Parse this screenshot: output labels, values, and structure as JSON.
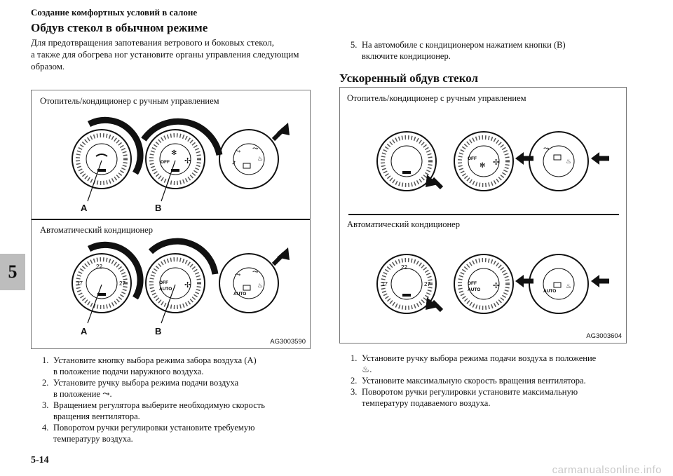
{
  "header": {
    "section_title": "Создание комфортных условий в салоне"
  },
  "chapter_tab": "5",
  "page_number": "5-14",
  "watermark": "carmanualsonline.info",
  "left": {
    "heading": "Обдув стекол в обычном режиме",
    "intro": [
      "Для предотвращения запотевания ветрового и боковых стекол,",
      "а также для обогрева ног установите органы управления следующим",
      "образом."
    ],
    "figure": {
      "caption_manual": "Отопитель/кондиционер с ручным управлением",
      "caption_auto": "Автоматический кондиционер",
      "label_a": "A",
      "label_b": "B",
      "label_a2": "A",
      "label_b2": "B",
      "code": "AG3003590"
    },
    "steps": [
      {
        "n": "1.",
        "lines": [
          "Установите кнопку выбора режима забора воздуха (A)",
          "в положение подачи наружного воздуха."
        ]
      },
      {
        "n": "2.",
        "lines": [
          "Установите ручку выбора режима подачи воздуха",
          "в положение"
        ]
      },
      {
        "n": "3.",
        "lines": [
          "Вращением регулятора выберите необходимую скорость",
          "вращения вентилятора."
        ]
      },
      {
        "n": "4.",
        "lines": [
          "Поворотом ручки регулировки установите требуемую",
          "температуру воздуха."
        ]
      }
    ]
  },
  "right": {
    "step5": {
      "n": "5.",
      "lines": [
        "На автомобиле с кондиционером нажатием кнопки (B)",
        "включите кондиционер."
      ]
    },
    "heading": "Ускоренный обдув стекол",
    "figure": {
      "caption_manual": "Отопитель/кондиционер с ручным управлением",
      "caption_auto": "Автоматический кондиционер",
      "code": "AG3003604"
    },
    "steps": [
      {
        "n": "1.",
        "lines": [
          "Установите ручку выбора режима подачи воздуха в положение"
        ]
      },
      {
        "n": "2.",
        "lines": [
          "Установите максимальную скорость вращения вентилятора."
        ]
      },
      {
        "n": "3.",
        "lines": [
          "Поворотом ручки регулировки установите максимальную",
          "температуру подаваемого воздуха."
        ]
      }
    ]
  },
  "knobs": {
    "off": "OFF",
    "auto": "AUTO",
    "t_low": "17",
    "t_mid": "22",
    "t_high": "27"
  }
}
